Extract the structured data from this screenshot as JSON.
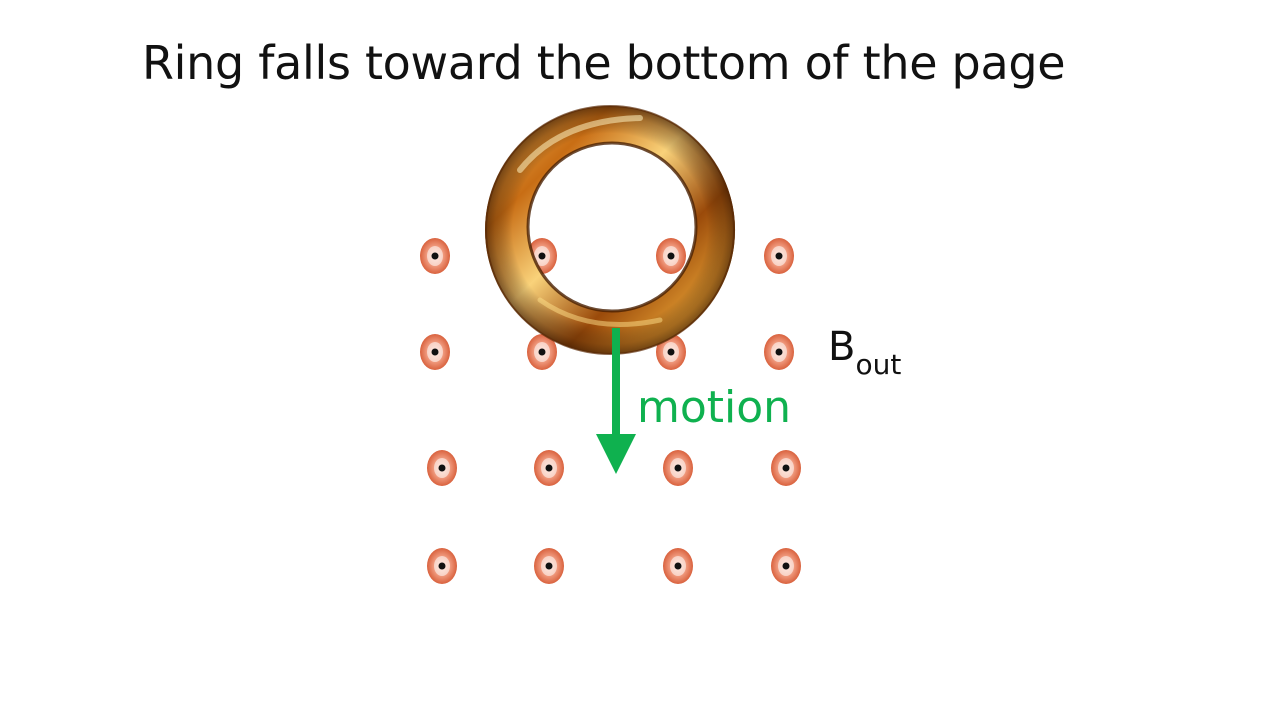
{
  "title": "Ring falls toward the bottom of the page",
  "field": {
    "label": "B",
    "subscript": "out",
    "direction": "out of page"
  },
  "motion": {
    "label": "motion",
    "direction": "down",
    "color": "#0fb14f"
  },
  "ring": {
    "color_outer": "#c46a12",
    "color_highlight": "#f3c050",
    "color_shadow": "#5a2a05"
  },
  "field_symbol": {
    "icon": "dot-out-of-page",
    "ring_color": "#e9876a",
    "dot_color": "#111111"
  },
  "field_grid": {
    "rows": 4,
    "cols": 4
  }
}
